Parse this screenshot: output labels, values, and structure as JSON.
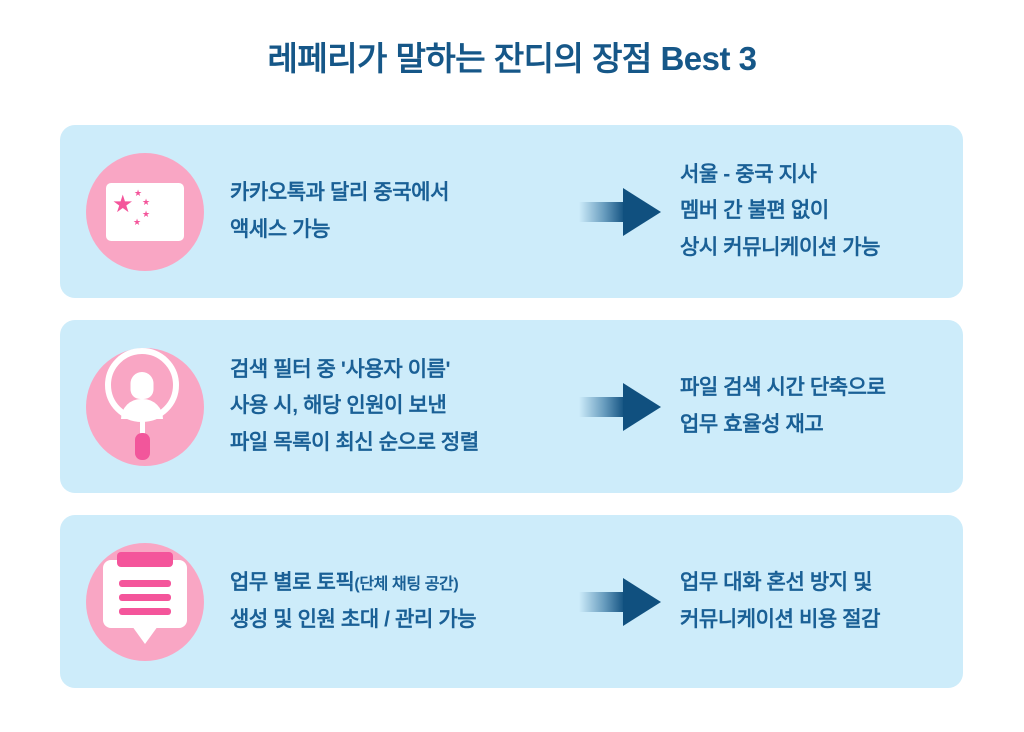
{
  "title": "레페리가 말하는 잔디의 장점 Best 3",
  "colors": {
    "panel_background": "#cdecfa",
    "page_background": "#ffffff",
    "title_text": "#165788",
    "body_text": "#1a6096",
    "icon_circle": "#f9a6c4",
    "icon_accent_pink": "#f4559b",
    "arrow": "#10507f"
  },
  "rows": [
    {
      "icon": "china-flag-icon",
      "left_lines": [
        "카카오톡과 달리 중국에서",
        "액세스 가능"
      ],
      "left_small": "",
      "right_lines": [
        "서울 - 중국 지사",
        "멤버 간 불편 없이",
        "상시 커뮤니케이션 가능"
      ]
    },
    {
      "icon": "search-user-icon",
      "left_lines": [
        "검색 필터 중 '사용자 이름'",
        "사용 시, 해당 인원이 보낸",
        "파일 목록이 최신 순으로 정렬"
      ],
      "left_small": "",
      "right_lines": [
        "파일 검색 시간 단축으로",
        "업무 효율성 재고"
      ]
    },
    {
      "icon": "topic-note-icon",
      "left_lines": [
        "업무 별로 토픽",
        "생성 및 인원 초대 / 관리 가능"
      ],
      "left_small": "(단체 채팅 공간)",
      "right_lines": [
        "업무 대화 혼선 방지 및",
        "커뮤니케이션 비용 절감"
      ]
    }
  ]
}
